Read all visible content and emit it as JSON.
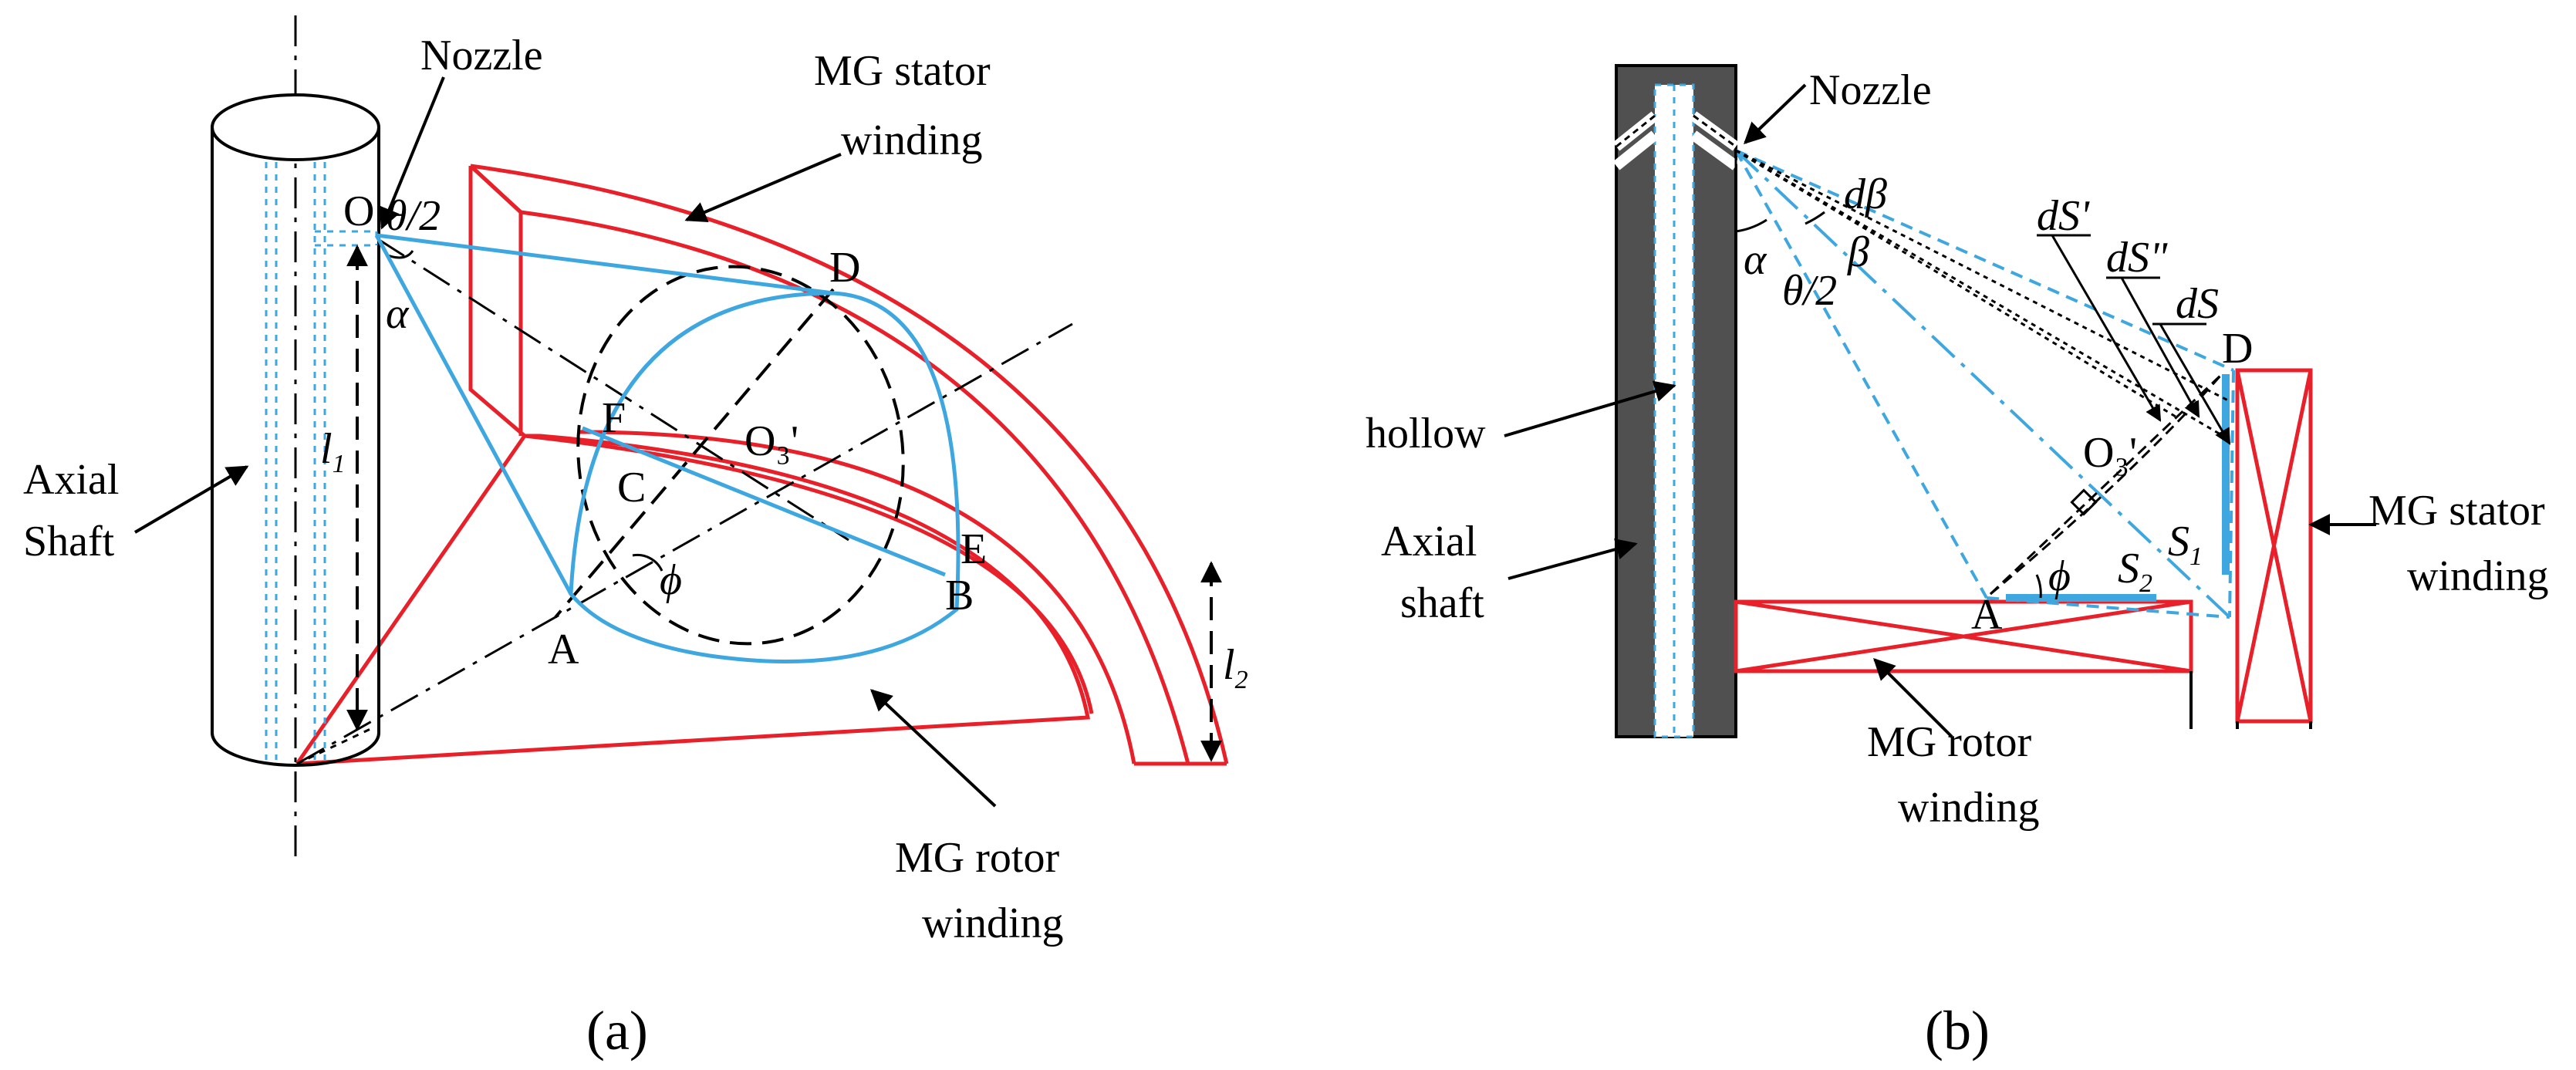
{
  "colors": {
    "winding_red": "#e8202a",
    "spray_blue": "#3ea7e0",
    "shaft_dark": "#505050",
    "ink": "#000000"
  },
  "panel_a": {
    "nozzle": "Nozzle",
    "stator": [
      "MG stator",
      "winding"
    ],
    "shaft": [
      "Axial",
      "Shaft"
    ],
    "rotor": [
      "MG rotor",
      "winding"
    ],
    "point_O": "O",
    "theta_half": "θ/2",
    "alpha": "α",
    "point_D": "D",
    "point_F": "F",
    "point_C": "C",
    "point_O3": "O₃'",
    "point_E": "E",
    "point_B": "B",
    "point_A": "A",
    "phi": "ϕ",
    "l1": "l",
    "l1_sub": "1",
    "l2": "l",
    "l2_sub": "2",
    "caption": "(a)"
  },
  "panel_b": {
    "nozzle": "Nozzle",
    "hollow": "hollow",
    "shaft": [
      "Axial",
      "shaft"
    ],
    "stator": [
      "MG stator",
      "winding"
    ],
    "rotor": [
      "MG rotor",
      "winding"
    ],
    "alpha": "α",
    "theta_half": "θ/2",
    "d_beta": "dβ",
    "beta": "β",
    "dS_prime": "dS'",
    "dS_dprime": "dS\"",
    "dS": "dS",
    "point_D": "D",
    "point_O3": "O₃'",
    "S1": "S",
    "S1_sub": "1",
    "S2": "S",
    "S2_sub": "2",
    "point_A": "A",
    "phi": "ϕ",
    "caption": "(b)"
  }
}
